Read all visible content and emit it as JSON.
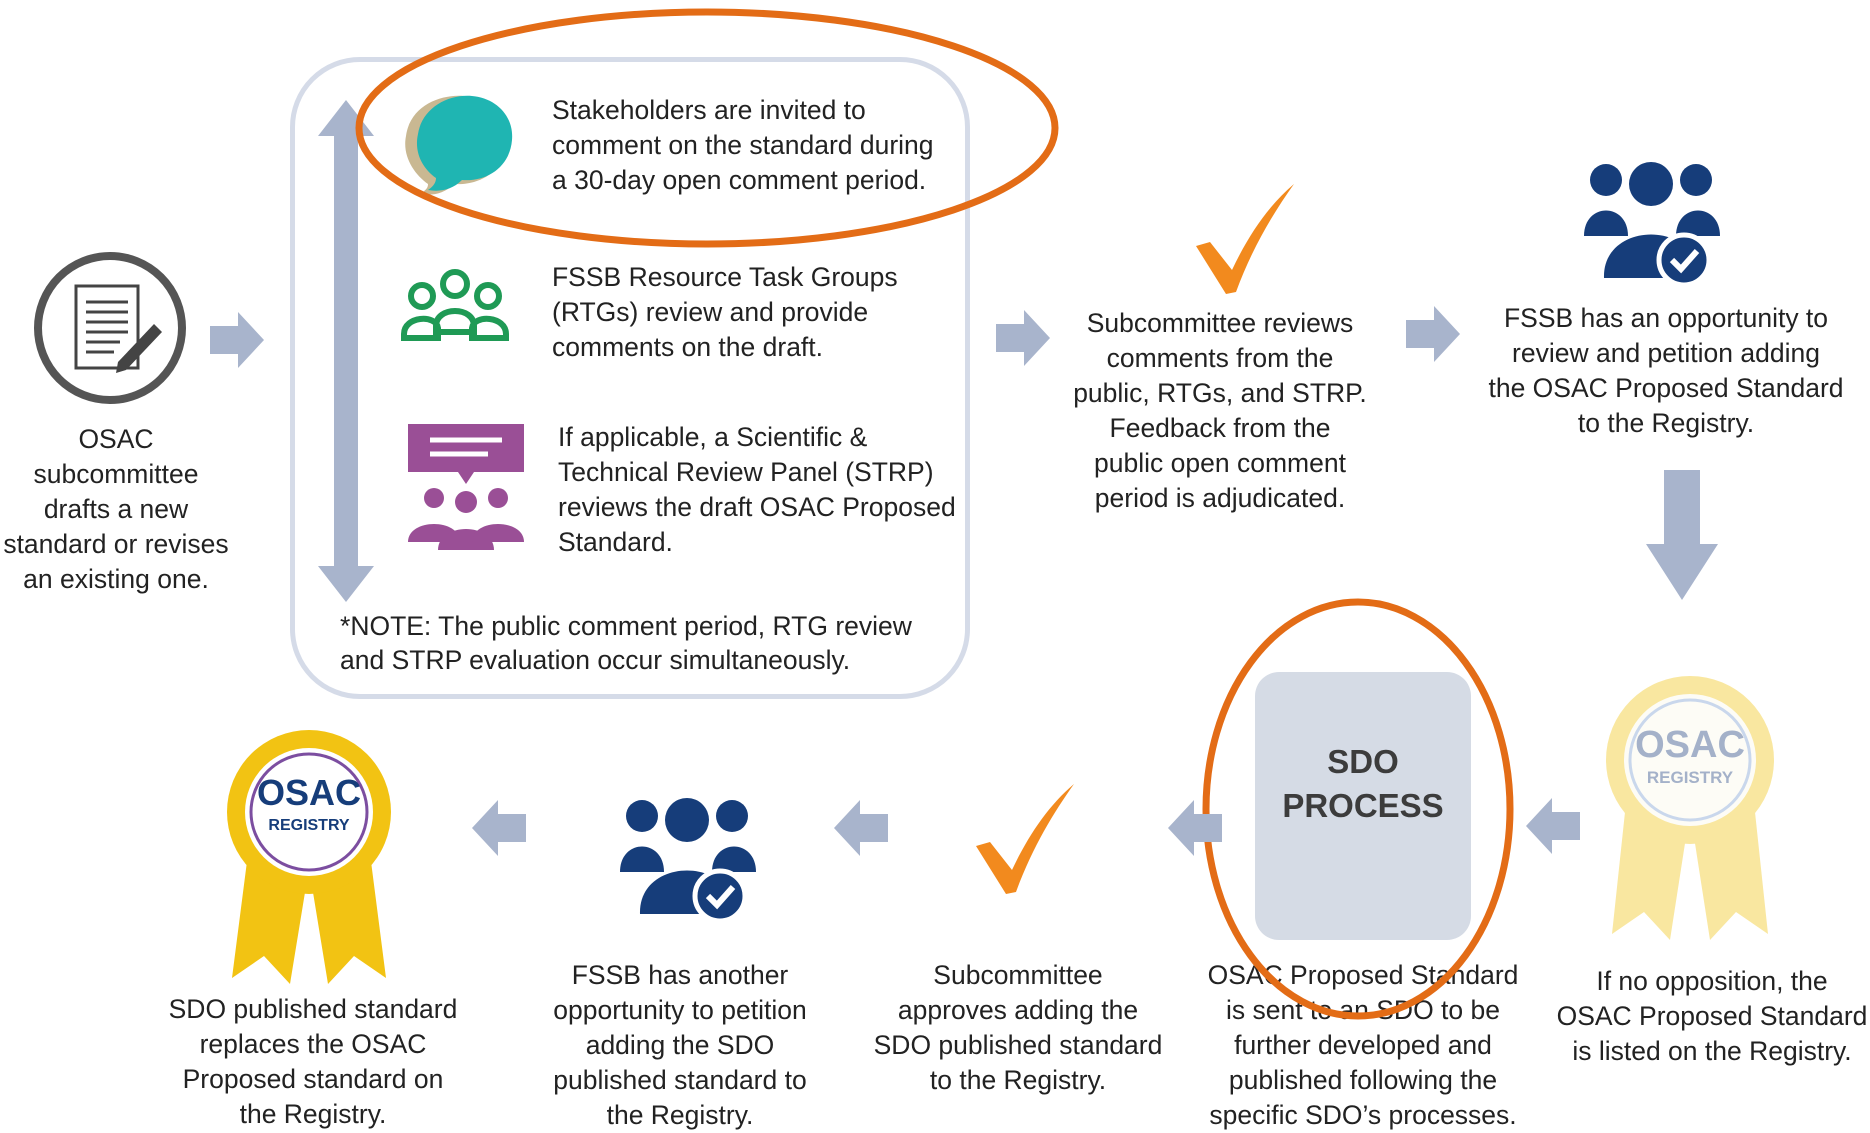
{
  "step_draft": {
    "text_lines": [
      "OSAC",
      "subcommittee",
      "drafts a new",
      "standard or revises",
      "an existing one."
    ],
    "icon": "document-with-pen-icon"
  },
  "review_box": {
    "items": [
      {
        "icon": "speech-bubble-icon",
        "color": "#1fb5b2",
        "lines": [
          "Stakeholders are invited to",
          "comment on the standard during",
          "a 30-day open comment period."
        ]
      },
      {
        "icon": "group-icon",
        "color": "#1f9a55",
        "lines": [
          "FSSB Resource Task Groups",
          "(RTGs) review and provide",
          "comments on the draft."
        ]
      },
      {
        "icon": "panel-discussion-icon",
        "color": "#9a4f96",
        "lines": [
          "If applicable, a Scientific &",
          "Technical Review Panel (STRP)",
          "reviews the draft OSAC Proposed",
          "Standard."
        ]
      }
    ],
    "note_lines": [
      "*NOTE: The public comment period, RTG review",
      "and STRP evaluation occur simultaneously."
    ]
  },
  "step_subcommittee_reviews": {
    "icon": "checkmark-icon",
    "lines": [
      "Subcommittee reviews",
      "comments from the",
      "public, RTGs, and STRP.",
      "Feedback from the",
      "public open  comment",
      "period is adjudicated."
    ]
  },
  "step_fssb_review": {
    "icon": "group-check-icon",
    "lines": [
      "FSSB has an opportunity to",
      "review and petition adding",
      "the OSAC Proposed Standard",
      "to the Registry."
    ]
  },
  "step_listed": {
    "icon": "registry-ribbon-faded-icon",
    "badge_top": "OSAC",
    "badge_bottom": "REGISTRY",
    "lines": [
      "If no opposition, the",
      "OSAC Proposed Standard",
      "is listed on the Registry."
    ]
  },
  "step_sdo": {
    "box_lines": [
      "SDO",
      "PROCESS"
    ],
    "lines": [
      "OSAC Proposed Standard",
      "is sent to an SDO to be",
      "further developed and",
      "published following the",
      "specific SDO’s processes."
    ]
  },
  "step_subcommittee_approves": {
    "icon": "checkmark-icon",
    "lines": [
      "Subcommittee",
      "approves adding the",
      "SDO published standard",
      "to the Registry."
    ]
  },
  "step_fssb_petition": {
    "icon": "group-check-icon",
    "lines": [
      "FSSB has another",
      "opportunity to petition",
      "adding  the SDO",
      "published standard to",
      "the Registry."
    ]
  },
  "step_published": {
    "icon": "registry-ribbon-icon",
    "badge_top": "OSAC",
    "badge_bottom": "REGISTRY",
    "lines": [
      "SDO published standard",
      "replaces the OSAC",
      "Proposed standard on",
      "the Registry."
    ]
  },
  "colors": {
    "arrow": "#a8b4cc",
    "navy": "#163d7a",
    "orange": "#f28a1e",
    "highlight": "#e36c16",
    "gold": "#f2c313",
    "gold_faded": "#f9e7a0",
    "sdo_box": "#d5dbe5"
  }
}
